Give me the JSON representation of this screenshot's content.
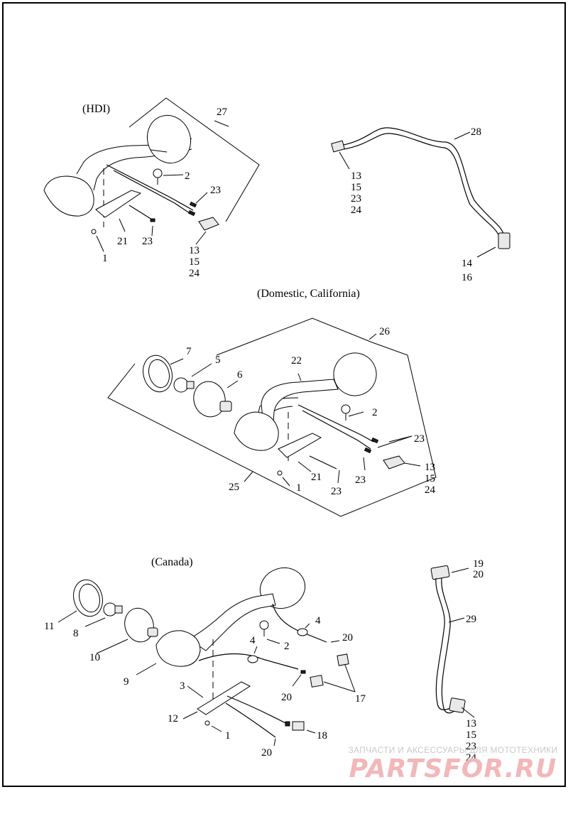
{
  "sections": {
    "hdi": "(HDI)",
    "domestic": "(Domestic, California)",
    "canada": "(Canada)"
  },
  "callouts": {
    "hdi": {
      "c27": "27",
      "c2": "2",
      "c23a": "23",
      "c21": "21",
      "c23b": "23",
      "c1": "1",
      "s13": "13",
      "s15": "15",
      "s24": "24"
    },
    "harness28": {
      "c28": "28",
      "a13": "13",
      "a15": "15",
      "a23": "23",
      "a24": "24",
      "b14": "14",
      "b16": "16"
    },
    "domestic": {
      "c26": "26",
      "c7": "7",
      "c5": "5",
      "c6": "6",
      "c22": "22",
      "c2": "2",
      "c23a": "23",
      "c21": "21",
      "c1": "1",
      "c25": "25",
      "c23b": "23",
      "c23c": "23",
      "s13": "13",
      "s15": "15",
      "s24": "24"
    },
    "canada": {
      "c11": "11",
      "c8": "8",
      "c10": "10",
      "c9": "9",
      "c4a": "4",
      "c2": "2",
      "c20a": "20",
      "c4b": "4",
      "c3": "3",
      "c12": "12",
      "c1": "1",
      "c20b": "20",
      "c17": "17",
      "c18": "18",
      "c20c": "20"
    },
    "harness29": {
      "a19": "19",
      "a20": "20",
      "c29": "29",
      "b13": "13",
      "b15": "15",
      "b23": "23",
      "b24": "24"
    }
  },
  "watermark": {
    "tagline": "ЗАПЧАСТИ И АКСЕССУАРЫ ДЛЯ МОТОТЕХНИКИ",
    "logo": "PARTSFOR.RU",
    "color": "#f2b7b9"
  }
}
